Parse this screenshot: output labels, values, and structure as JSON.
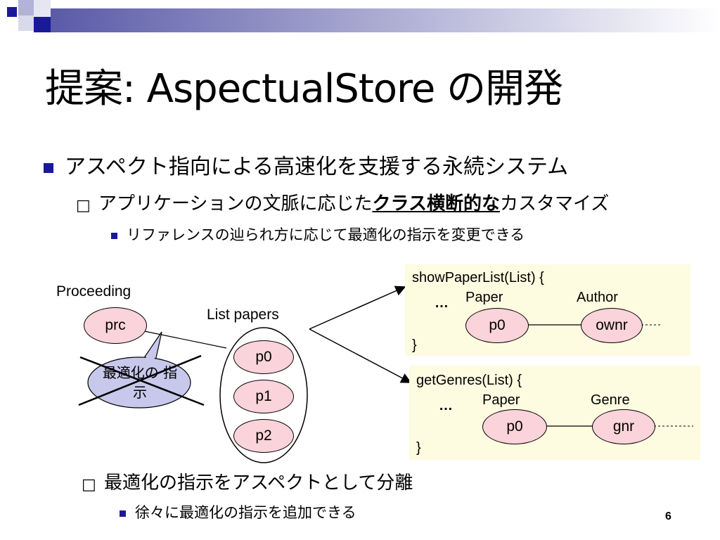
{
  "slide": {
    "title": "提案: AspectualStore の開発",
    "bullet1": "アスペクト指向による高速化を支援する永続システム",
    "bullet2_pre": "アプリケーションの文脈に応じた",
    "bullet2_emph": "クラス横断的な",
    "bullet2_post": "カスタマイズ",
    "bullet3": "リファレンスの辿られ方に応じて最適化の指示を変更できる",
    "bullet4": "最適化の指示をアスペクトとして分離",
    "bullet5": "徐々に最適化の指示を追加できる",
    "page_number": "6"
  },
  "diagram": {
    "proceeding_label": "Proceeding",
    "prc": "prc",
    "list_label": "List papers",
    "p0": "p0",
    "p1": "p1",
    "p2": "p2",
    "callout_text": "最適化の 指示",
    "box1": {
      "signature": "showPaperList(List) {",
      "ellipsis": "…",
      "left_label": "Paper",
      "right_label": "Author",
      "left_node": "p0",
      "right_node": "ownr",
      "close": "}"
    },
    "box2": {
      "signature": "getGenres(List) {",
      "ellipsis": "…",
      "left_label": "Paper",
      "right_label": "Genre",
      "left_node": "p0",
      "right_node": "gnr",
      "close": "}"
    }
  },
  "colors": {
    "accent": "#1a1a99",
    "node_fill": "#fbd3da",
    "callout_fill": "#c8c8ec",
    "box_fill": "#fdfbe0"
  }
}
